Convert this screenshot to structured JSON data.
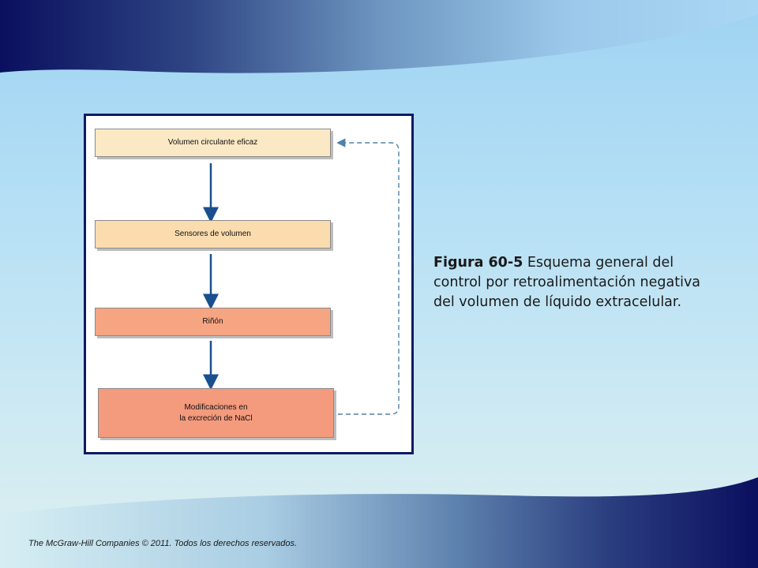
{
  "figure": {
    "boxes": [
      {
        "label": "Volumen circulante eficaz",
        "color": "#fbe9c5"
      },
      {
        "label": "Sensores de volumen",
        "color": "#fbdcae"
      },
      {
        "label": "Riñón",
        "color": "#f6a582"
      },
      {
        "label": "Modificaciones en\nla excreción de NaCl",
        "color": "#f49a7d"
      }
    ],
    "arrow_color": "#1a4f8f",
    "feedback_color": "#4e82aa"
  },
  "caption": {
    "figure_number": "Figura 60-5",
    "text": " Esquema general del control por retroalimentación negativa del volumen de líquido extracelular."
  },
  "footer": {
    "copyright": "The McGraw-Hill Companies © 2011. Todos los derechos reservados."
  },
  "theme": {
    "band_dark": "#0a0f5e",
    "frame_color": "#0d1a66"
  }
}
